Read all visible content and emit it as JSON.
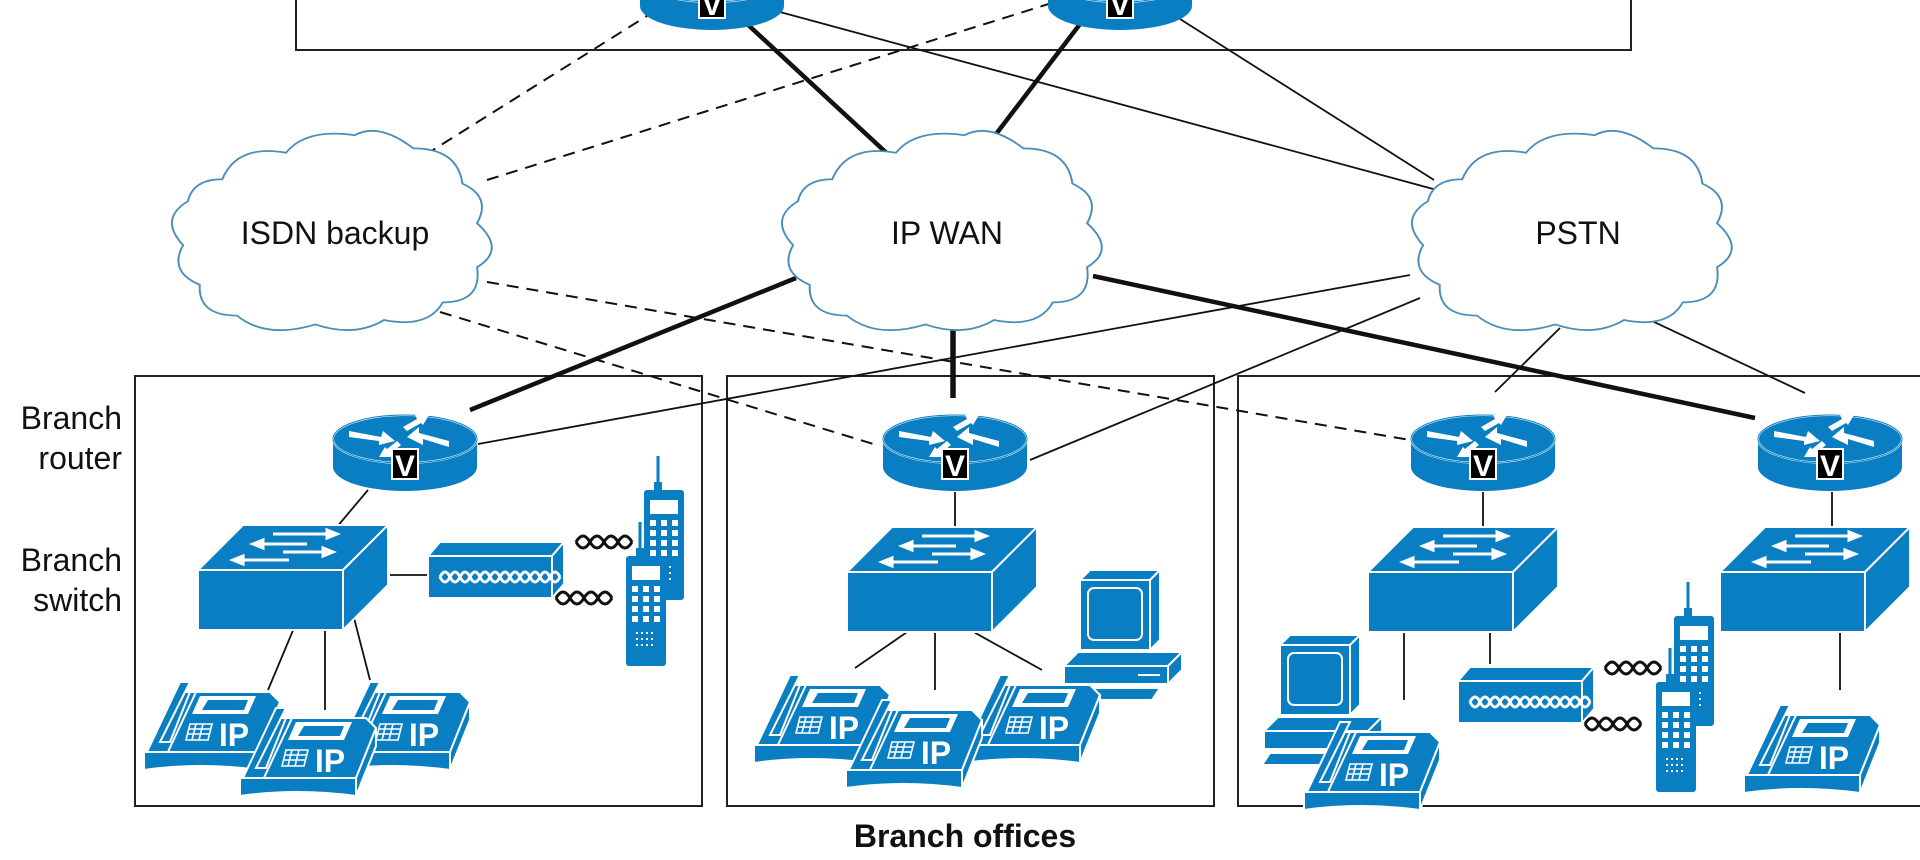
{
  "diagram": {
    "title": "Branch offices",
    "side_labels": {
      "branch_router": [
        "Branch",
        "router"
      ],
      "branch_switch": [
        "Branch",
        "switch"
      ]
    },
    "colors": {
      "device_blue": "#0a7ec2",
      "cloud_stroke": "#4a8db8",
      "line": "#111111",
      "v_badge": "#000000"
    },
    "legend_semantics": {
      "thick_solid": "IP WAN link",
      "thin_solid": "PSTN link",
      "dashed": "ISDN backup link"
    },
    "clouds": [
      {
        "id": "isdn",
        "label": "ISDN backup"
      },
      {
        "id": "ipwan",
        "label": "IP WAN"
      },
      {
        "id": "pstn",
        "label": "PSTN"
      }
    ],
    "hq": {
      "routers": [
        {
          "id": "hq-r1",
          "badge": "V"
        },
        {
          "id": "hq-r2",
          "badge": "V"
        }
      ]
    },
    "branches": [
      {
        "id": "branch-1",
        "router_badge": "V",
        "devices": [
          "switch",
          "ip-phone",
          "ip-phone",
          "ip-phone",
          "wireless-base-station",
          "wireless-handset",
          "wireless-handset"
        ]
      },
      {
        "id": "branch-2",
        "router_badge": "V",
        "devices": [
          "switch",
          "ip-phone",
          "ip-phone",
          "ip-phone",
          "pc"
        ]
      },
      {
        "id": "branch-3",
        "sites": [
          {
            "router_badge": "V",
            "devices": [
              "switch",
              "pc",
              "ip-phone",
              "wireless-base-station",
              "wireless-handset",
              "wireless-handset"
            ]
          },
          {
            "router_badge": "V",
            "devices": [
              "switch",
              "ip-phone"
            ]
          }
        ]
      }
    ],
    "phone_label": "IP",
    "router_badge": "V"
  }
}
